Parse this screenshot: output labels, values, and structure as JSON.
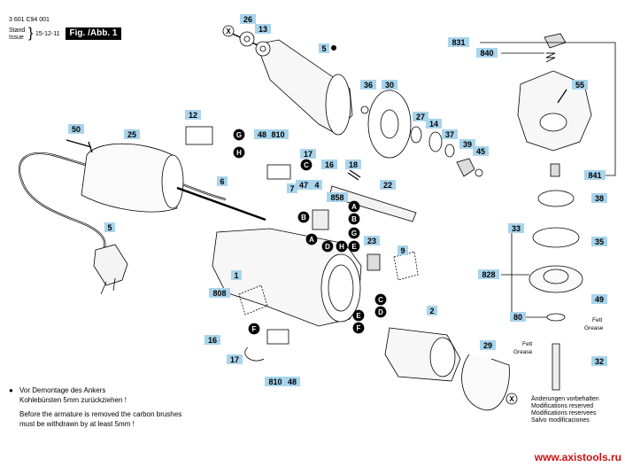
{
  "header": {
    "doc_number": "3 601 C94 001",
    "stand_label": "Stand",
    "issue_label": "Issue",
    "date": "15-12-11",
    "figure_label": "Fig. /Abb. 1"
  },
  "callouts": [
    {
      "id": "26",
      "label": "26"
    },
    {
      "id": "13",
      "label": "13"
    },
    {
      "id": "5",
      "label": "5"
    },
    {
      "id": "36",
      "label": "36"
    },
    {
      "id": "30",
      "label": "30"
    },
    {
      "id": "27",
      "label": "27"
    },
    {
      "id": "14",
      "label": "14"
    },
    {
      "id": "37",
      "label": "37"
    },
    {
      "id": "39",
      "label": "39"
    },
    {
      "id": "45",
      "label": "45"
    },
    {
      "id": "12",
      "label": "12"
    },
    {
      "id": "48a",
      "label": "48"
    },
    {
      "id": "810a",
      "label": "810"
    },
    {
      "id": "17a",
      "label": "17"
    },
    {
      "id": "16a",
      "label": "16"
    },
    {
      "id": "18",
      "label": "18"
    },
    {
      "id": "50",
      "label": "50"
    },
    {
      "id": "25",
      "label": "25"
    },
    {
      "id": "6",
      "label": "6"
    },
    {
      "id": "7",
      "label": "7"
    },
    {
      "id": "47",
      "label": "47"
    },
    {
      "id": "4",
      "label": "4"
    },
    {
      "id": "858",
      "label": "858"
    },
    {
      "id": "22",
      "label": "22"
    },
    {
      "id": "5b",
      "label": "5"
    },
    {
      "id": "23",
      "label": "23"
    },
    {
      "id": "9",
      "label": "9"
    },
    {
      "id": "1",
      "label": "1"
    },
    {
      "id": "808",
      "label": "808"
    },
    {
      "id": "2",
      "label": "2"
    },
    {
      "id": "16b",
      "label": "16"
    },
    {
      "id": "17b",
      "label": "17"
    },
    {
      "id": "810b",
      "label": "810"
    },
    {
      "id": "48b",
      "label": "48"
    },
    {
      "id": "29",
      "label": "29"
    },
    {
      "id": "831",
      "label": "831"
    },
    {
      "id": "840",
      "label": "840"
    },
    {
      "id": "55",
      "label": "55"
    },
    {
      "id": "841",
      "label": "841"
    },
    {
      "id": "38",
      "label": "38"
    },
    {
      "id": "33",
      "label": "33"
    },
    {
      "id": "35",
      "label": "35"
    },
    {
      "id": "828",
      "label": "828"
    },
    {
      "id": "49",
      "label": "49"
    },
    {
      "id": "80",
      "label": "80"
    },
    {
      "id": "32",
      "label": "32"
    }
  ],
  "letters": [
    {
      "id": "X1",
      "label": "X"
    },
    {
      "id": "G1",
      "label": "G"
    },
    {
      "id": "H1",
      "label": "H"
    },
    {
      "id": "C1",
      "label": "C"
    },
    {
      "id": "A1",
      "label": "A"
    },
    {
      "id": "B1",
      "label": "B"
    },
    {
      "id": "B2",
      "label": "B"
    },
    {
      "id": "A2",
      "label": "A"
    },
    {
      "id": "D1",
      "label": "D"
    },
    {
      "id": "H2",
      "label": "H"
    },
    {
      "id": "E1",
      "label": "E"
    },
    {
      "id": "G2",
      "label": "G"
    },
    {
      "id": "C2",
      "label": "C"
    },
    {
      "id": "D2",
      "label": "D"
    },
    {
      "id": "E2",
      "label": "E"
    },
    {
      "id": "F1",
      "label": "F"
    },
    {
      "id": "F2",
      "label": "F"
    },
    {
      "id": "X2",
      "label": "X"
    }
  ],
  "grease_labels": {
    "fett_top": "Fett",
    "grease_top": "Grease",
    "fett_left": "Fett",
    "grease_left": "Grease"
  },
  "notes": {
    "de_line1": "Vor Demontage des Ankers",
    "de_line2": "Kohlebürsten 5mm zurückziehen !",
    "en_line1": "Before the armature is removed the carbon brushes",
    "en_line2": "must be withdrawn by at least 5mm !",
    "changes": [
      "Änderungen vorbehalten",
      "Modifications reserved",
      "Modifications reservees",
      "Salvo modificaciones"
    ]
  },
  "website": "www.axistools.ru",
  "colors": {
    "callout_fill": "#a8d4ec",
    "highlight": "#e02020",
    "letter_fill": "#000000",
    "site": "#cc1111"
  }
}
